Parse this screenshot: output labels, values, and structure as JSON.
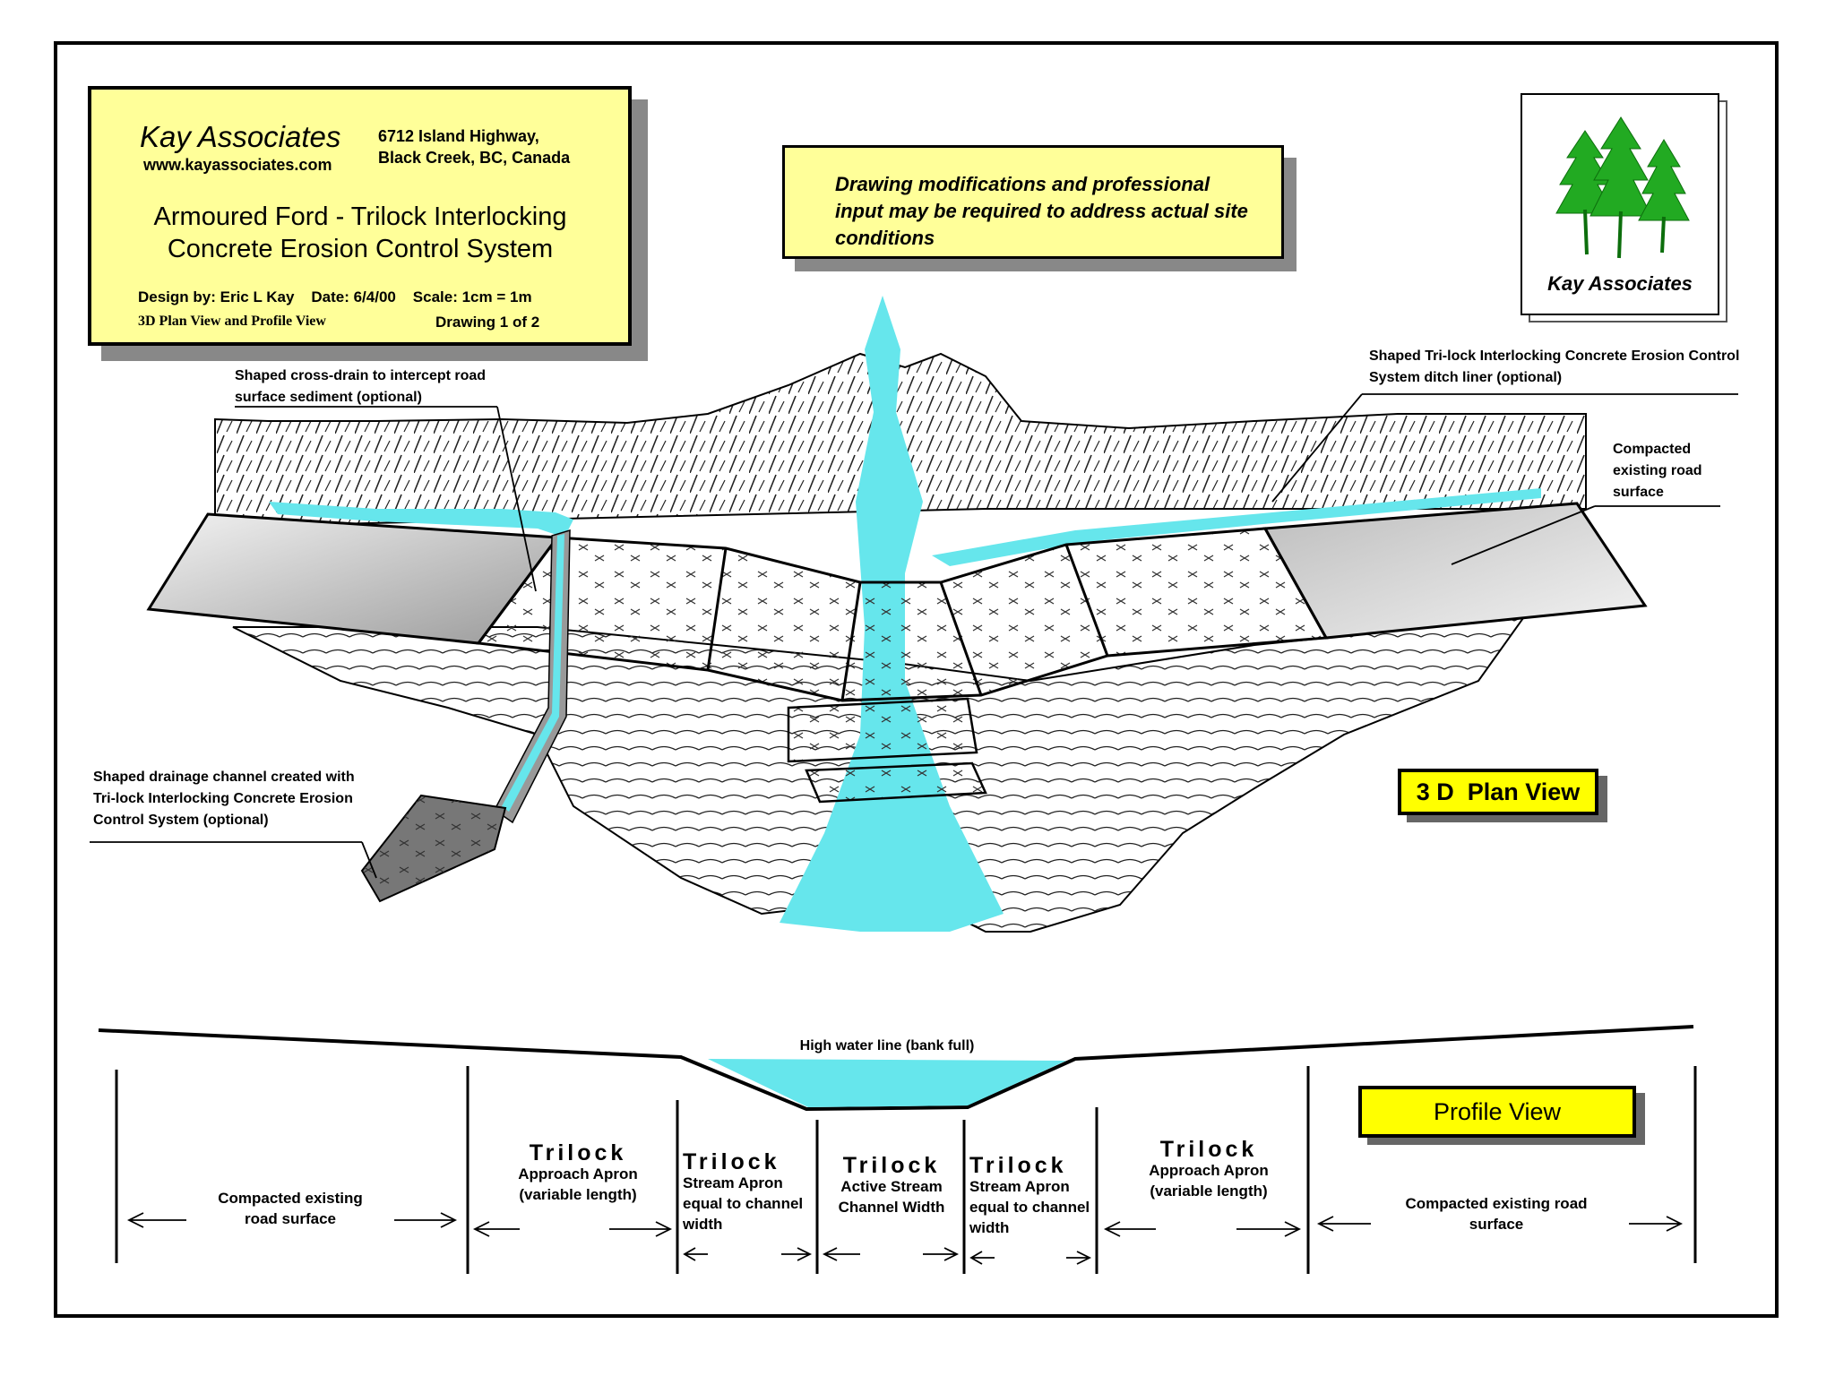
{
  "title_block": {
    "company": "Kay Associates",
    "website": "www.kayassociates.com",
    "address_line1": "6712 Island Highway,",
    "address_line2": "Black Creek, BC, Canada",
    "title_line1": "Armoured Ford - Trilock Interlocking",
    "title_line2": "Concrete Erosion Control System",
    "design_by": "Design by: Eric L Kay",
    "date": "Date: 6/4/00",
    "scale": "Scale: 1cm = 1m",
    "view_desc": "3D Plan View and Profile View",
    "drawing_no": "Drawing 1 of 2",
    "bg_color": "#ffff99"
  },
  "note": {
    "text": "Drawing modifications and professional input may be required to address actual site conditions"
  },
  "logo": {
    "text": "Kay Associates",
    "icon": "trees-icon",
    "tree_color": "#22aa22"
  },
  "plan_view": {
    "label": "3 D  Plan View",
    "callouts": {
      "cross_drain": "Shaped cross-drain to intercept road surface sediment (optional)",
      "ditch_liner": "Shaped Tri-lock Interlocking Concrete Erosion Control System ditch liner (optional)",
      "road_surface": "Compacted existing road surface",
      "drainage_channel": "Shaped drainage channel created with Tri-lock Interlocking Concrete Erosion Control System (optional)"
    },
    "water_color": "#66e6ec"
  },
  "profile_view": {
    "label": "Profile View",
    "high_water": "High water line (bank full)",
    "sections": [
      {
        "heading": "",
        "text": "Compacted existing road surface"
      },
      {
        "heading": "Trilock",
        "text": "Approach Apron (variable length)"
      },
      {
        "heading": "Trilock",
        "text": "Stream Apron equal to channel width"
      },
      {
        "heading": "Trilock",
        "text": "Active Stream Channel Width"
      },
      {
        "heading": "Trilock",
        "text": "Stream Apron equal to channel width"
      },
      {
        "heading": "Trilock",
        "text": "Approach Apron (variable length)"
      },
      {
        "heading": "",
        "text": "Compacted existing road surface"
      }
    ]
  }
}
